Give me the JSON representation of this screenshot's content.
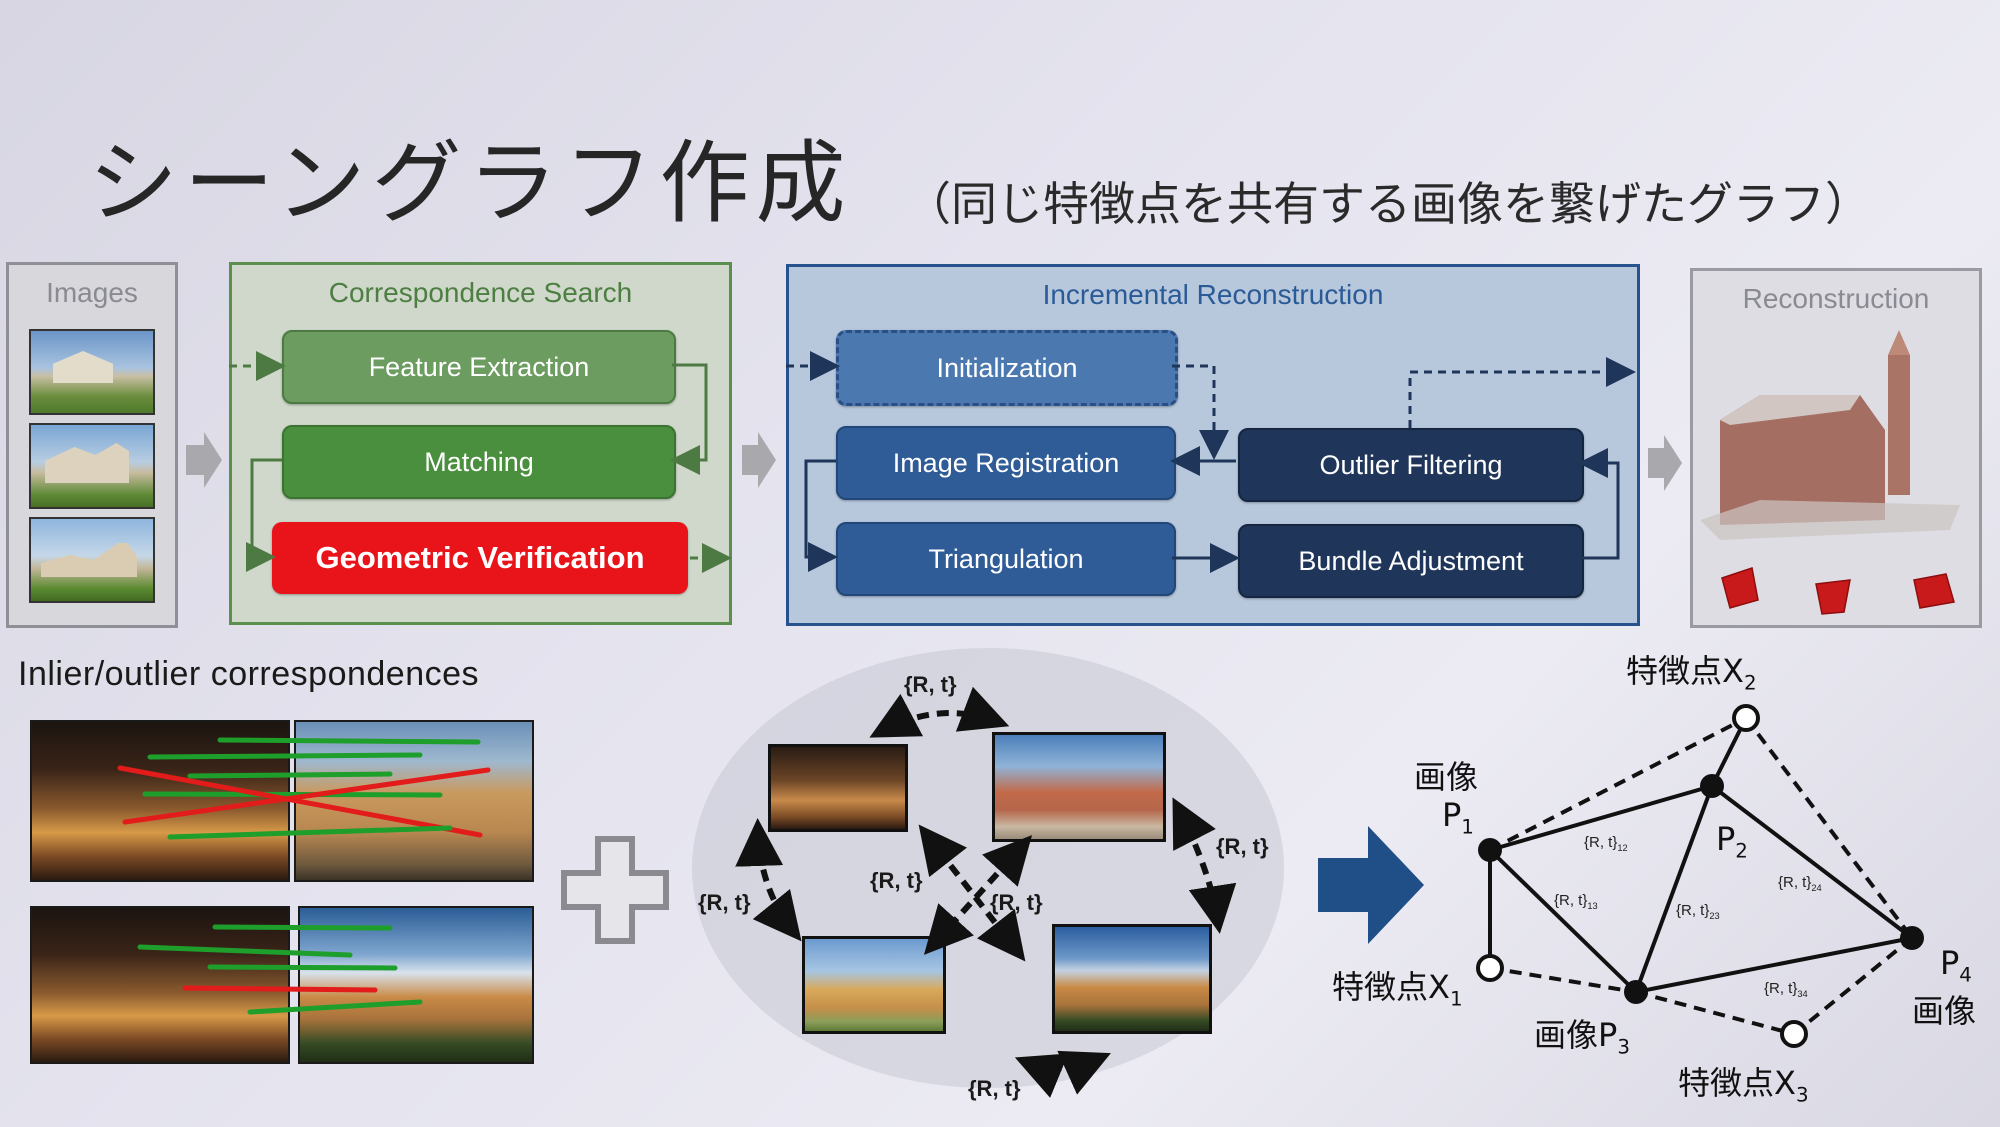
{
  "slide": {
    "title": "シーングラフ作成",
    "subtitle": "（同じ特徴点を共有する画像を繋げたグラフ）"
  },
  "pipeline": {
    "images_label": "Images",
    "correspondence": {
      "label": "Correspondence Search",
      "feature_extraction": "Feature Extraction",
      "matching": "Matching",
      "geometric_verification": "Geometric Verification"
    },
    "incremental": {
      "label": "Incremental Reconstruction",
      "initialization": "Initialization",
      "image_registration": "Image Registration",
      "triangulation": "Triangulation",
      "outlier_filtering": "Outlier Filtering",
      "bundle_adjustment": "Bundle Adjustment"
    },
    "reconstruction_label": "Reconstruction"
  },
  "correspondences": {
    "label": "Inlier/outlier correspondences"
  },
  "pose_graph": {
    "edge_label": "{R, t}"
  },
  "scene_graph": {
    "feature_x2": "特徴点",
    "feature_x2_var": "X",
    "feature_x2_sub": "2",
    "image_p1_word": "画像",
    "image_p1_var": "P",
    "image_p1_sub": "1",
    "image_p2_var": "P",
    "image_p2_sub": "2",
    "feature_x1": "特徴点",
    "feature_x1_var": "X",
    "feature_x1_sub": "1",
    "image_p3": "画像",
    "image_p3_var": "P",
    "image_p3_sub": "3",
    "feature_x3": "特徴点",
    "feature_x3_var": "X",
    "feature_x3_sub": "3",
    "image_p4_var": "P",
    "image_p4_sub": "4",
    "image_p4_word": "画像",
    "edge_12": "{R, t}",
    "edge_12_sub": "12",
    "edge_13": "{R, t}",
    "edge_13_sub": "13",
    "edge_23": "{R, t}",
    "edge_23_sub": "23",
    "edge_24": "{R, t}",
    "edge_24_sub": "24",
    "edge_34": "{R, t}",
    "edge_34_sub": "34"
  },
  "colors": {
    "green_panel": "#5a8f4e",
    "blue_panel": "#27528e",
    "navy_box": "#1f3559",
    "red_box": "#e8141a",
    "gray_arrow": "#a8a8ad",
    "big_arrow": "#1f4f86"
  }
}
